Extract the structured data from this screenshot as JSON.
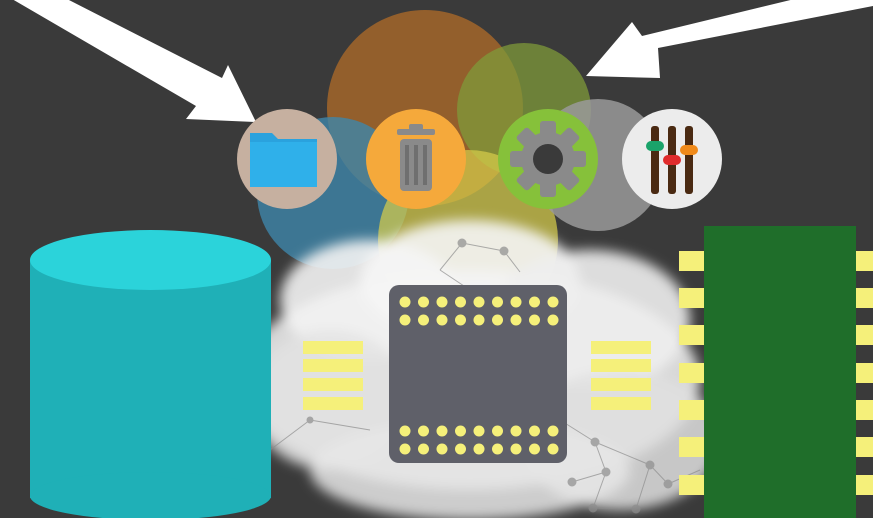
{
  "scene": {
    "background_color": "#3a3a3a",
    "arrows": [
      {
        "name": "left-arrow",
        "color": "#ffffff"
      },
      {
        "name": "right-arrow",
        "color": "#ffffff"
      }
    ],
    "bubble_colors": [
      "#a3662a",
      "#8a9a3a",
      "#3f86aa",
      "#d6cc4a",
      "#9a9a9a"
    ],
    "cylinder": {
      "name": "database-cylinder",
      "color": "#1fb4bb",
      "top_color": "#2bd3da"
    },
    "chip": {
      "name": "cpu-chip",
      "body_color": "#5f6069",
      "pin_color": "#f5f07a"
    },
    "memory_module": {
      "name": "memory-board",
      "color": "#1f6e2a",
      "pad_color": "#f5f07a"
    },
    "cloud": {
      "name": "cloud",
      "color": "#f2f2f2"
    }
  },
  "icons": [
    {
      "name": "folder-icon",
      "bg": "#c6b0a0",
      "fg": "#2aa2de"
    },
    {
      "name": "trash-icon",
      "bg": "#f5a93b",
      "fg": "#8a8a8a"
    },
    {
      "name": "gear-icon",
      "bg": "#86c13a",
      "fg": "#8a8a8a"
    },
    {
      "name": "sliders-icon",
      "bg": "#ececec",
      "fg": "#4a2a12"
    }
  ]
}
